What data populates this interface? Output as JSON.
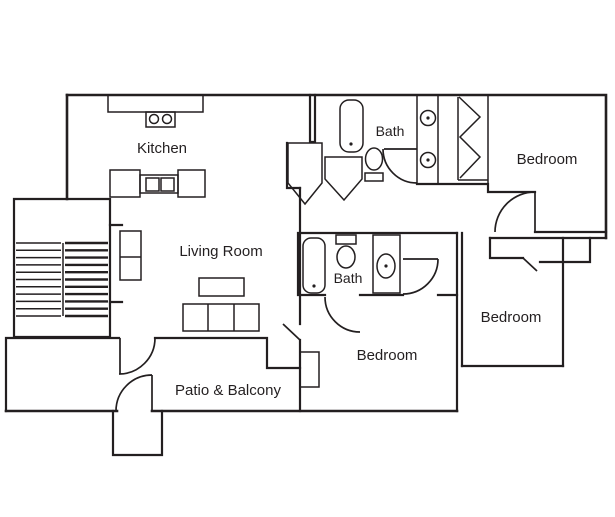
{
  "diagram": {
    "kind": "apartment-floor-plan",
    "colors": {
      "line": "#231f20",
      "background": "#ffffff"
    },
    "rooms": {
      "kitchen": {
        "label": "Kitchen"
      },
      "living_room": {
        "label": "Living Room"
      },
      "bath_top": {
        "label": "Bath"
      },
      "bath_middle": {
        "label": "Bath"
      },
      "bedroom_top_right": {
        "label": "Bedroom"
      },
      "bedroom_middle_right": {
        "label": "Bedroom"
      },
      "bedroom_bottom": {
        "label": "Bedroom"
      },
      "patio": {
        "label": "Patio & Balcony"
      }
    },
    "fixtures": [
      "kitchen-counter",
      "stove-cooktop",
      "kitchen-island",
      "island-sink",
      "staircase",
      "entertainment-cabinet",
      "coffee-table",
      "sofa",
      "bathtub-top",
      "toilet-top",
      "pantry-closets",
      "washer-dryer",
      "bifold-closet",
      "bathtub-middle",
      "toilet-middle",
      "sink-vanity",
      "fireplace",
      "entry-stoop"
    ]
  }
}
